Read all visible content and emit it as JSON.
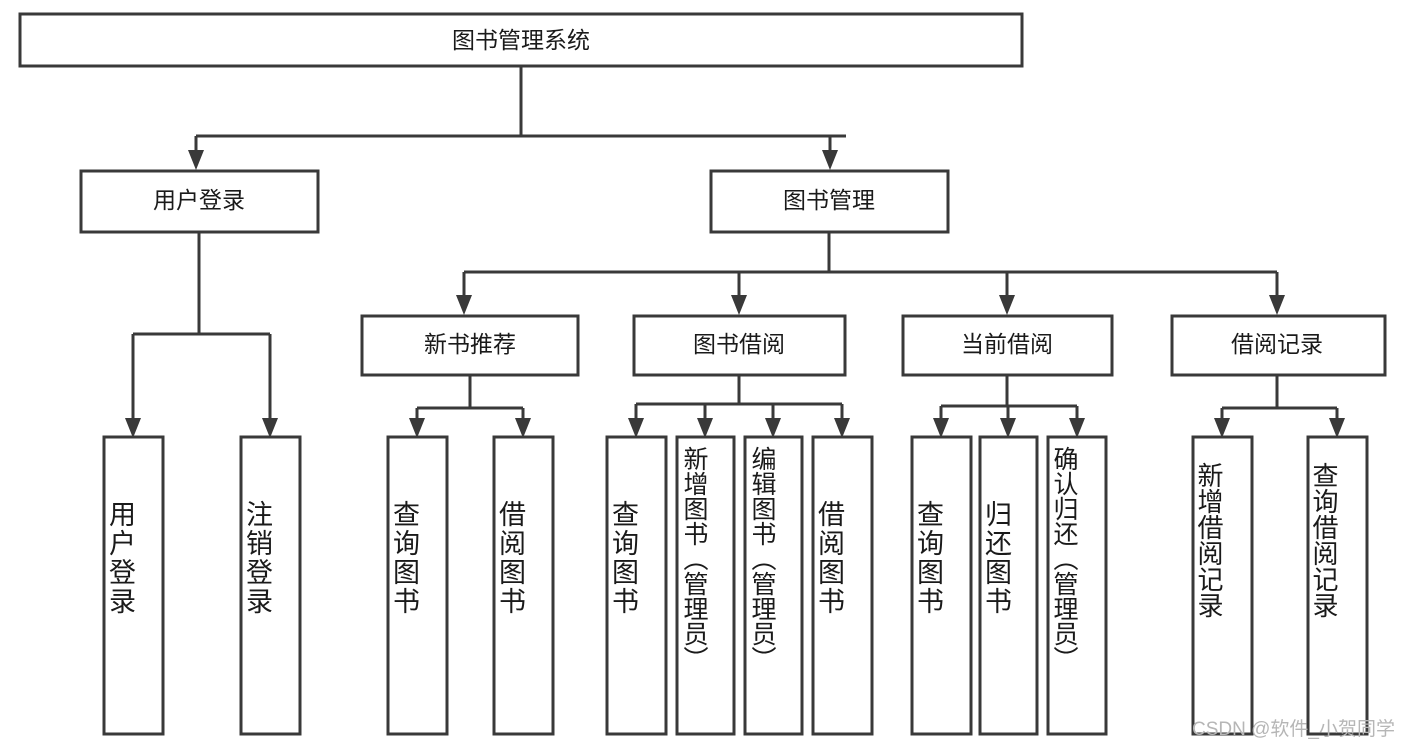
{
  "diagram": {
    "title_node": {
      "label": "图书管理系统"
    },
    "level1": [
      {
        "id": "user-login",
        "label": "用户登录"
      },
      {
        "id": "book-management",
        "label": "图书管理"
      }
    ],
    "level2": [
      {
        "id": "new-book-recommend",
        "label": "新书推荐"
      },
      {
        "id": "book-borrow",
        "label": "图书借阅"
      },
      {
        "id": "current-borrow",
        "label": "当前借阅"
      },
      {
        "id": "borrow-record",
        "label": "借阅记录"
      }
    ],
    "leaves": [
      {
        "id": "leaf-user-login",
        "label": "用户登录",
        "parent": "user-login"
      },
      {
        "id": "leaf-logout-login",
        "label": "注销登录",
        "parent": "user-login"
      },
      {
        "id": "leaf-query-book-1",
        "label": "查询图书",
        "parent": "new-book-recommend"
      },
      {
        "id": "leaf-borrow-book-1",
        "label": "借阅图书",
        "parent": "new-book-recommend"
      },
      {
        "id": "leaf-query-book-2",
        "label": "查询图书",
        "parent": "book-borrow"
      },
      {
        "id": "leaf-add-book",
        "label": "新增图书（管理员）",
        "parent": "book-borrow"
      },
      {
        "id": "leaf-edit-book",
        "label": "编辑图书（管理员）",
        "parent": "book-borrow"
      },
      {
        "id": "leaf-borrow-book-2",
        "label": "借阅图书",
        "parent": "book-borrow"
      },
      {
        "id": "leaf-query-book-3",
        "label": "查询图书",
        "parent": "current-borrow"
      },
      {
        "id": "leaf-return-book",
        "label": "归还图书",
        "parent": "current-borrow"
      },
      {
        "id": "leaf-confirm-return",
        "label": "确认归还（管理员）",
        "parent": "current-borrow"
      },
      {
        "id": "leaf-add-record",
        "label": "新增借阅记录",
        "parent": "borrow-record"
      },
      {
        "id": "leaf-query-record",
        "label": "查询借阅记录",
        "parent": "borrow-record"
      }
    ],
    "colors": {
      "stroke": "#393939",
      "box_fill": "#ffffff",
      "text": "#1a1a1a",
      "background": "#ffffff",
      "watermark": "#b6b6b6"
    }
  },
  "watermark": {
    "text": "CSDN @软件_小贺同学"
  }
}
